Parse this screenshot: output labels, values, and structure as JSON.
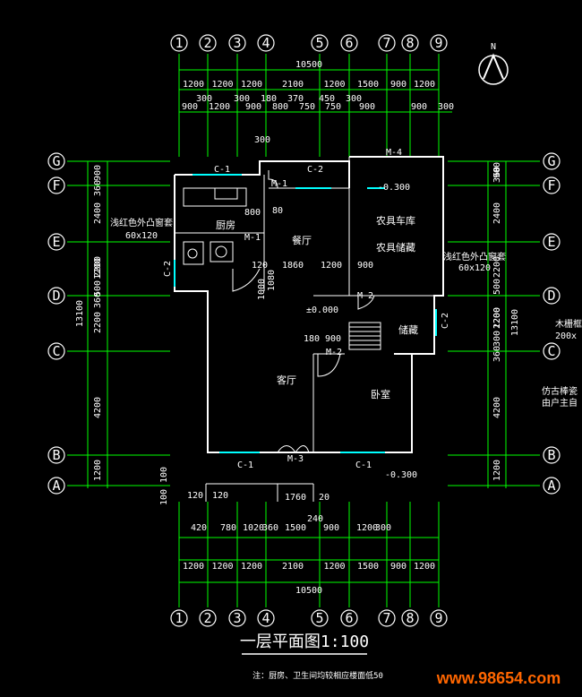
{
  "drawing": {
    "title": "一层平面图1:100",
    "note": "注：厨房、卫生间均较相应楼面低50",
    "watermark": "www.98654.com",
    "north_label": "N"
  },
  "axes": {
    "columns": [
      "1",
      "2",
      "3",
      "4",
      "5",
      "6",
      "7",
      "8",
      "9"
    ],
    "rows": [
      "G",
      "F",
      "E",
      "D",
      "C",
      "B",
      "A"
    ]
  },
  "dimensions": {
    "top_total": "10500",
    "top_row1": [
      "1200",
      "1200",
      "1200",
      "2100",
      "1200",
      "1500",
      "900",
      "1200"
    ],
    "top_row2": [
      "300",
      "300",
      "180",
      "370",
      "450",
      "300"
    ],
    "top_row3": [
      "900",
      "1200",
      "900",
      "800",
      "750",
      "750",
      "900",
      "900",
      "300"
    ],
    "bottom_total": "10500",
    "bottom_row1": [
      "1200",
      "1200",
      "1200",
      "2100",
      "1200",
      "1500",
      "900",
      "1200"
    ],
    "bottom_row2": [
      "420",
      "780",
      "1020",
      "360",
      "1500",
      "900",
      "1200",
      "300"
    ],
    "left_total": "13100",
    "left_row": [
      "900",
      "360",
      "2400",
      "2200",
      "1200",
      "500",
      "360",
      "2200",
      "4200",
      "1200"
    ],
    "right_total": "13100",
    "right_row": [
      "900",
      "360",
      "2400",
      "2200",
      "500",
      "1200",
      "300",
      "360",
      "2200",
      "4200",
      "1200"
    ]
  },
  "rooms": {
    "kitchen": "厨房",
    "dining": "餐厅",
    "living": "客厅",
    "bedroom": "卧室",
    "garage": "农具车库",
    "storage": "农具储藏",
    "store2": "储藏"
  },
  "labels": {
    "c1a": "C-1",
    "c2a": "C-2",
    "m4": "M-4",
    "m1a": "M-1",
    "m1b": "M-1",
    "m2a": "M-2",
    "m2b": "M-2",
    "m3": "M-3",
    "c1b": "C-1",
    "c1c": "C-1",
    "c2b": "C-2",
    "c2c": "C-2",
    "level_a": "-0.300",
    "level_b": "±0.000",
    "level_c": "-0.300",
    "window_note_left": "浅红色外凸窗套",
    "window_size_left": "60x120",
    "window_note_right": "浅红色外凸窗套",
    "window_size_right": "60x120",
    "right_note1": "木栅框纹",
    "right_note2": "200x",
    "right_note3": "仿古棒瓷",
    "right_note4": "由户主自",
    "d1860": "1860",
    "d1200": "1200",
    "d900a": "900",
    "d120a": "120",
    "d180a": "180",
    "d900b": "900",
    "d800a": "800",
    "d80": "80",
    "d300": "300",
    "d1760": "1760",
    "d120b": "120",
    "d120c": "120",
    "d20": "20",
    "d100a": "100",
    "d100b": "100",
    "d240": "240",
    "d1080": "1080",
    "d1000": "1000"
  },
  "colors": {
    "background": "#000000",
    "grid": "#00ff00",
    "walls": "#ffffff",
    "windows": "#00ffff",
    "watermark": "#ff6600"
  }
}
